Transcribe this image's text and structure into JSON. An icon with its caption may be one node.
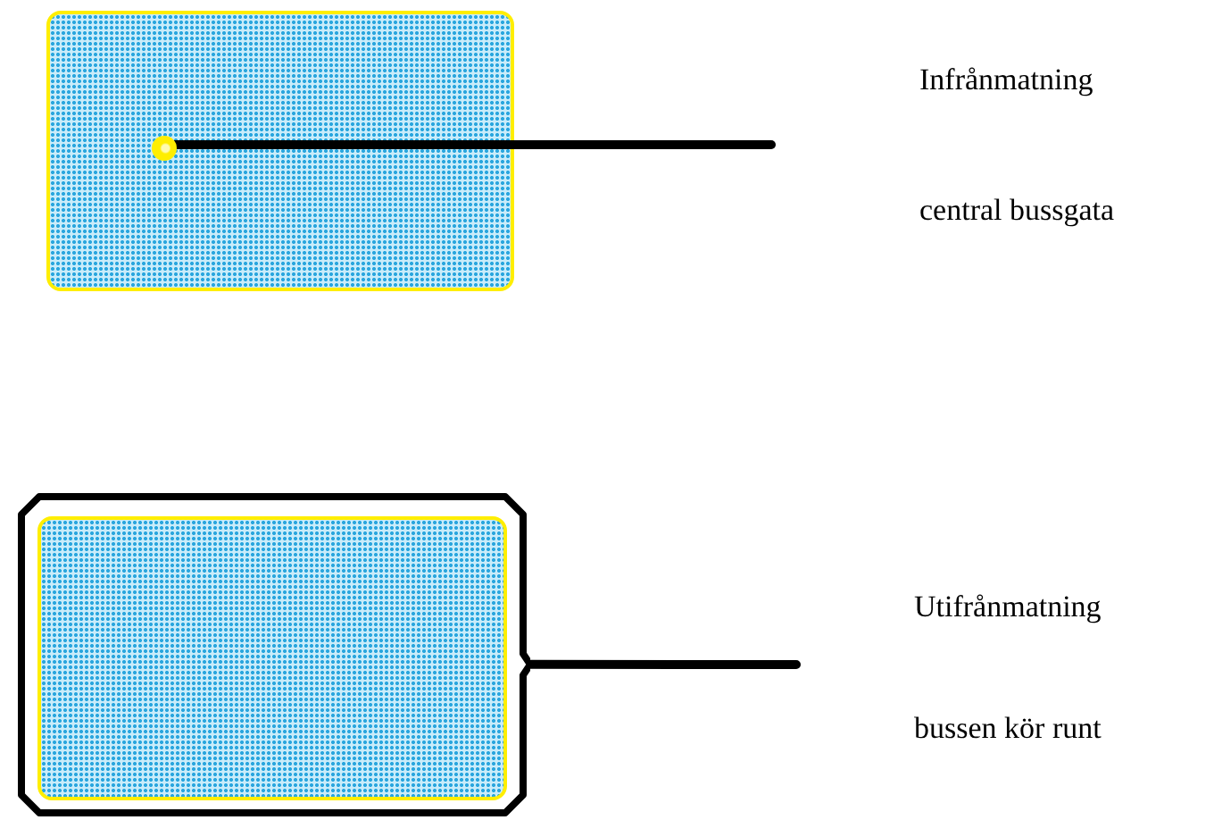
{
  "diagram": {
    "nodes": [
      {
        "text": [],
        "shape": "box"
      },
      {
        "text": [],
        "shape": "circle",
        "in": 0
      },
      {
        "text": [],
        "shape": "box"
      },
      {
        "text": [],
        "shape": "box",
        "in": 2
      }
    ],
    "edges": [
      {
        "from": 1,
        "to": null,
        "arrow": "none"
      },
      {
        "from": 2,
        "to": null,
        "arrow": "none"
      }
    ],
    "labels": [
      "Infrånmatning",
      "central bussgata",
      "Utifrånmatning",
      "bussen kör runt"
    ]
  }
}
